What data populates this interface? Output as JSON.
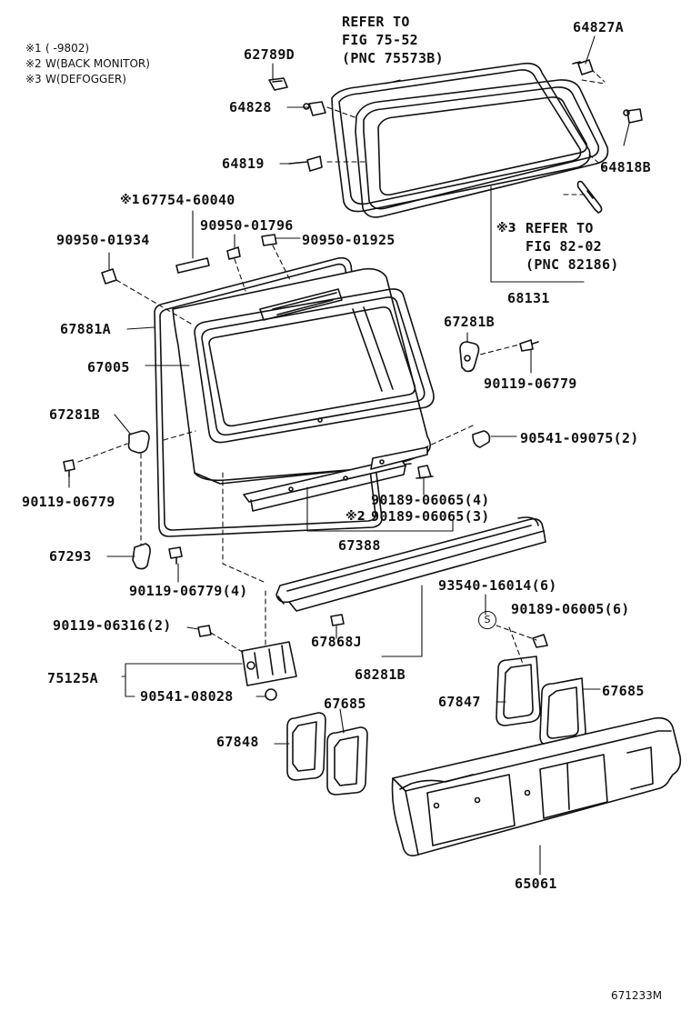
{
  "notes": {
    "n1_symbol": "※1",
    "n1_text": "(      -9802)",
    "n2_symbol": "※2",
    "n2_text": "W(BACK MONITOR)",
    "n3_symbol": "※3",
    "n3_text": "W(DEFOGGER)"
  },
  "refer_top": {
    "line1": "REFER TO",
    "line2": "FIG 75-52",
    "line3": "(PNC 75573B)"
  },
  "refer_right": {
    "symbol": "※3",
    "line1": "REFER TO",
    "line2": "FIG 82-02",
    "line3": "(PNC 82186)"
  },
  "parts": {
    "p62789D": "62789D",
    "p64827A": "64827A",
    "p64828": "64828",
    "p64819": "64819",
    "p64818B": "64818B",
    "p67754": "67754-60040",
    "p67754_sym": "※1",
    "p90950_01796": "90950-01796",
    "p90950_01934": "90950-01934",
    "p90950_01925": "90950-01925",
    "p68131": "68131",
    "p67881A": "67881A",
    "p67005": "67005",
    "p67281B_r": "67281B",
    "p90119_06779_r": "90119-06779",
    "p67281B_l": "67281B",
    "p90541_09075": "90541-09075(2)",
    "p90119_06779_l": "90119-06779",
    "p90189_06065a": "90189-06065(4)",
    "p90189_06065b_sym": "※2",
    "p90189_06065b": "90189-06065(3)",
    "p67293": "67293",
    "p67388": "67388",
    "p90119_06779_4": "90119-06779(4)",
    "p93540": "93540-16014(6)",
    "p90189_06005": "90189-06005(6)",
    "s_symbol": "S",
    "p90119_06316": "90119-06316(2)",
    "p67868J": "67868J",
    "p75125A": "75125A",
    "p90541_08028": "90541-08028",
    "p68281B": "68281B",
    "p67847": "67847",
    "p67685_r": "67685",
    "p67685_l": "67685",
    "p67848": "67848",
    "p65061": "65061"
  },
  "diagram_code": "671233M"
}
